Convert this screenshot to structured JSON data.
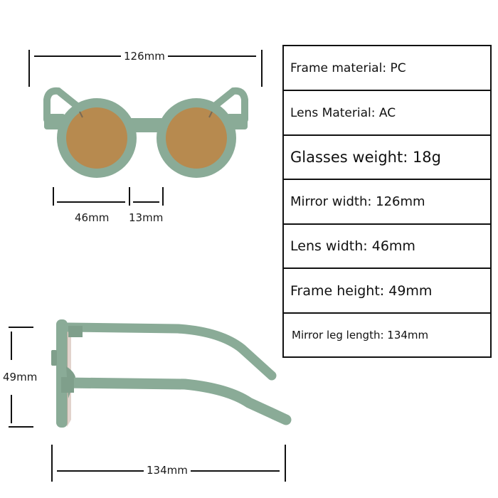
{
  "colors": {
    "frame": "#8aab97",
    "frame_shadow": "#7a9a87",
    "lens": "#b78a4f",
    "lens_dark": "#a77b43",
    "line": "#111111"
  },
  "front_view": {
    "total_width_label": "126mm",
    "lens_width_label": "46mm",
    "bridge_width_label": "13mm"
  },
  "side_view": {
    "frame_height_label": "49mm",
    "leg_length_label": "134mm"
  },
  "specs": [
    {
      "label": "Frame material",
      "value": "PC",
      "text": "Frame material: PC"
    },
    {
      "label": "Lens Material",
      "value": "AC",
      "text": "Lens Material: AC"
    },
    {
      "label": "Glasses weight",
      "value": "18g",
      "text": "Glasses weight: 18g"
    },
    {
      "label": "Mirror width",
      "value": "126mm",
      "text": "Mirror width: 126mm"
    },
    {
      "label": "Lens width",
      "value": "46mm",
      "text": "Lens width: 46mm"
    },
    {
      "label": "Frame height",
      "value": "49mm",
      "text": "Frame height: 49mm"
    },
    {
      "label": "Mirror leg length",
      "value": "134mm",
      "text": "Mirror leg length: 134mm"
    }
  ]
}
